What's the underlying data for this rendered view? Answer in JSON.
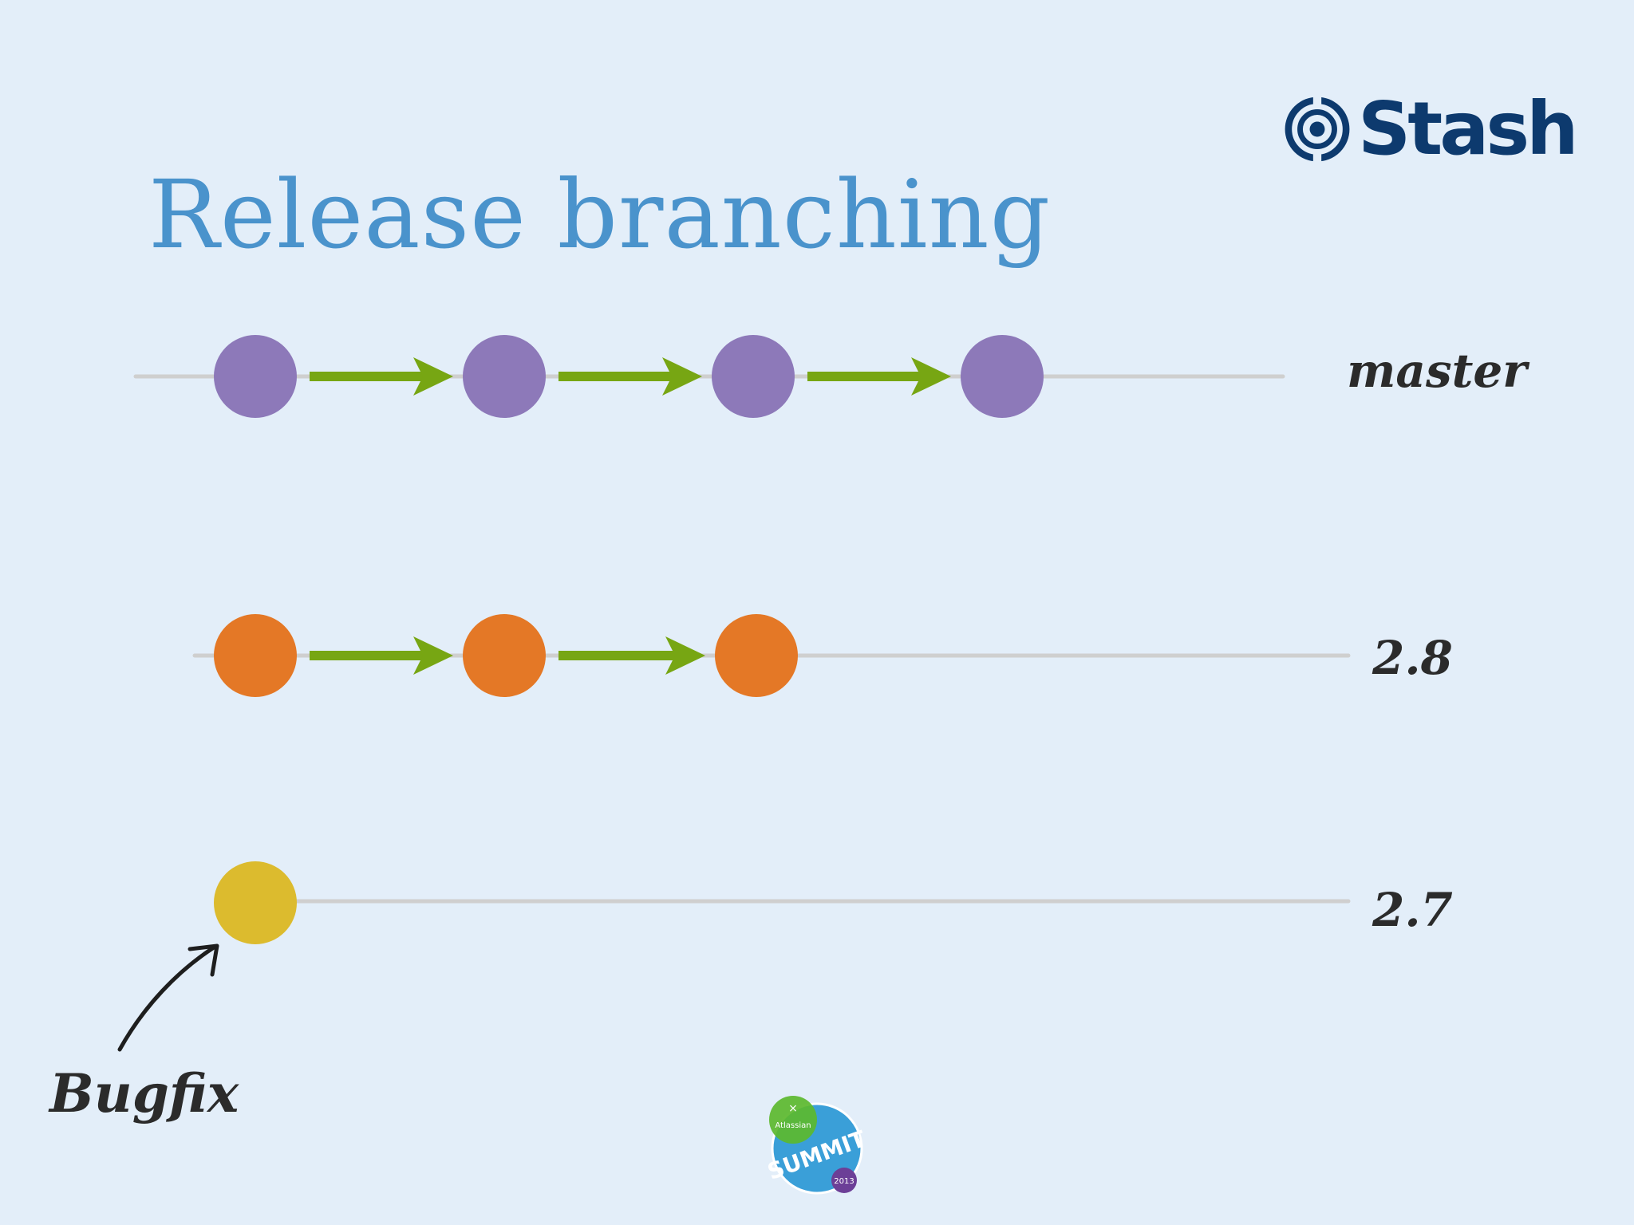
{
  "slide": {
    "title": "Release branching"
  },
  "logo": {
    "name": "Stash",
    "icon": "stash-logo-icon",
    "color": "#0d3a6e"
  },
  "branches": [
    {
      "label": "master",
      "commit_count": 4,
      "color": "#8d79b9"
    },
    {
      "label": "2.8",
      "commit_count": 3,
      "color": "#e47826"
    },
    {
      "label": "2.7",
      "commit_count": 1,
      "color": "#dcbb2e"
    }
  ],
  "arrow_color": "#77a613",
  "callout": {
    "label": "Bugfix"
  },
  "event_badge": {
    "icon": "atlassian-summit-logo",
    "brand": "Atlassian",
    "name": "SUMMIT",
    "year": "2013"
  }
}
